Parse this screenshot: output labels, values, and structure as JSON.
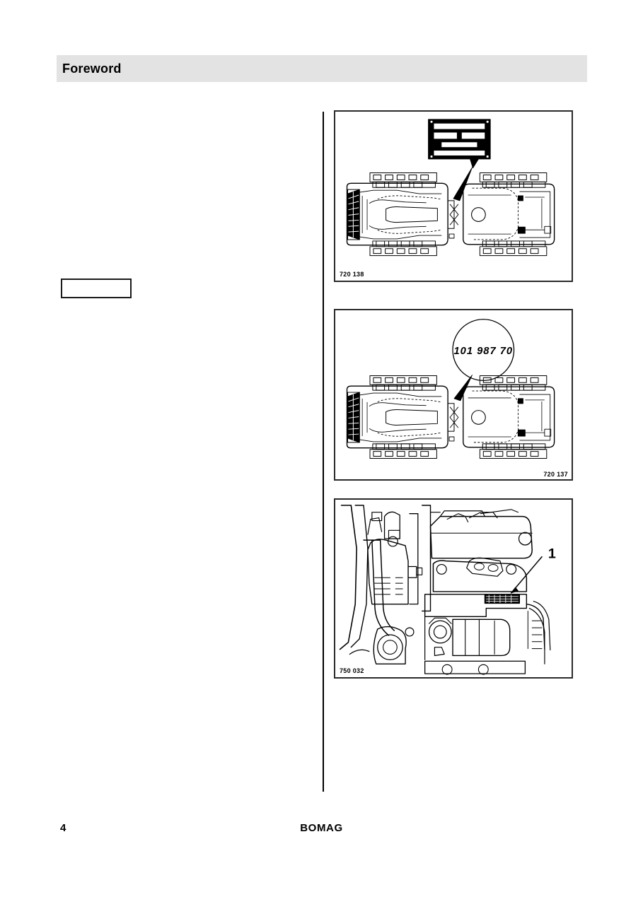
{
  "document": {
    "section_title": "Foreword",
    "page_number": "4",
    "brand": "BOMAG"
  },
  "left_column": {
    "note_box_text": "",
    "body_text": ""
  },
  "figures": [
    {
      "id": "figure-1",
      "caption": "720 138",
      "caption_position": "bottom-left",
      "description": "top-view-articulated-compactor-with-type-plate-callout",
      "callouts": []
    },
    {
      "id": "figure-2",
      "caption": "720 137",
      "caption_position": "bottom-right",
      "description": "top-view-articulated-compactor-with-serial-number-magnifier",
      "serial_number": "101 987 70",
      "callouts": []
    },
    {
      "id": "figure-3",
      "caption": "750 032",
      "caption_position": "bottom-left",
      "description": "engine-side-view-with-engine-type-plate",
      "callouts": [
        {
          "label": "1",
          "target": "engine-type-plate"
        }
      ]
    }
  ],
  "colors": {
    "header_band": "#e3e3e3",
    "ink": "#000000",
    "figure_border": "#2a2a2a",
    "page_background": "#ffffff"
  }
}
